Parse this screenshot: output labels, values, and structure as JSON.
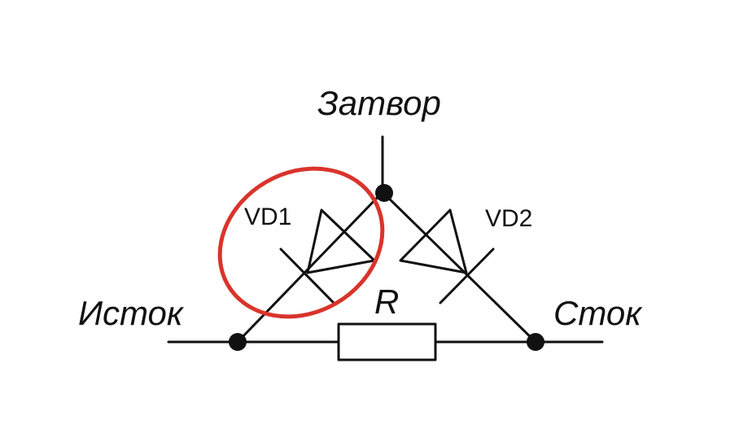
{
  "labels": {
    "gate": "Затвор",
    "source": "Исток",
    "drain": "Сток",
    "resistor": "R",
    "diode1": "VD1",
    "diode2": "VD2"
  },
  "colors": {
    "line": "#111111",
    "highlight": "#d9342b",
    "background": "#ffffff"
  }
}
